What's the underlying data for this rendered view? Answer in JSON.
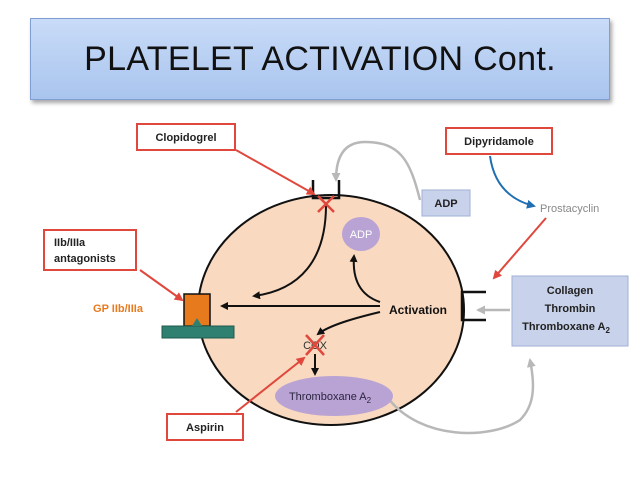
{
  "title": "PLATELET ACTIVATION Cont.",
  "labels": {
    "clopidogrel": "Clopidogrel",
    "dipyridamole": "Dipyridamole",
    "prostacyclin": "Prostacyclin",
    "adp_box": "ADP",
    "adp_circle": "ADP",
    "iib_line1": "IIb/IIIa",
    "iib_line2": "antagonists",
    "gp": "GP IIb/IIIa",
    "activation": "Activation",
    "cox": "COX",
    "thromboxane": "Thromboxane A",
    "thromboxane_sub": "2",
    "aspirin": "Aspirin",
    "agonist1": "Collagen",
    "agonist2": "Thrombin",
    "agonist3": "Thromboxane A",
    "agonist3_sub": "2"
  },
  "colors": {
    "title_bg": "#b7cff3",
    "cell": "#f9d9bf",
    "inhibitor_border": "#e0483d",
    "gp_orange": "#e87a1e",
    "gp_green": "#2f8070",
    "adp_box": "#c8d2ea",
    "agonist_box": "#c8d2ea",
    "thromboxane_ellipse": "#b9a3d4",
    "dipyridamole_arrow": "#1f6fb2"
  }
}
